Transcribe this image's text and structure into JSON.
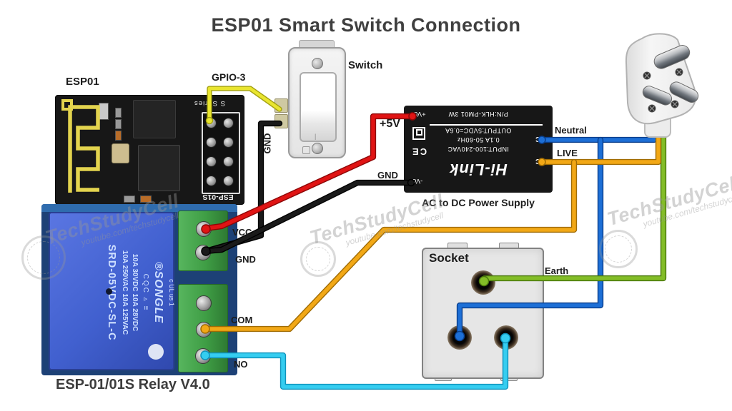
{
  "title": "ESP01 Smart Switch Connection",
  "watermark": {
    "name": "TechStudyCell",
    "url": "youtube.com/techstudycell"
  },
  "esp01": {
    "label": "ESP01",
    "series": "S Series",
    "model": "ESP-01S",
    "gpio": "GPIO-3"
  },
  "switch": {
    "label": "Switch",
    "gnd": "GND"
  },
  "psu": {
    "caption": "AC to DC Power Supply",
    "brand": "Hi-Link",
    "pn": "P/N:HLK-PM01 3W",
    "output": "OUTPUT:5VDC=0.6A",
    "freq": "0.1A 50-60Hz",
    "input": "INPUT:100-240VAC",
    "ce": "CE",
    "vpos": "+Vo",
    "vneg": "-Vo",
    "ac1": "AC",
    "ac2": "AC",
    "v5": "+5V",
    "gnd": "GND"
  },
  "relay": {
    "caption": "ESP-01/01S Relay V4.0",
    "vcc": "VCC",
    "gnd": "GND",
    "com": "COM",
    "no": "NO",
    "cube": {
      "ul": "c UL us  1",
      "brand": "®SONGLE",
      "marks": "CQC  ▵  ≡",
      "dc": "10A 30VDC 10A 28VDC",
      "ac": "10A 250VAC 10A 125VAC",
      "model": "SRD-05VDC-SL-C"
    }
  },
  "mains": {
    "neutral": "Neutral",
    "live": "LIVE",
    "earth": "Earth",
    "socket": "Socket"
  },
  "colors": {
    "wires": {
      "red": {
        "core": "#e01414",
        "edge": "#8d0606"
      },
      "black": {
        "core": "#1a1a1a",
        "edge": "#000000"
      },
      "yellow": {
        "core": "#e9e52f",
        "edge": "#a3a012"
      },
      "orange": {
        "core": "#f2a816",
        "edge": "#a06c04"
      },
      "blue": {
        "core": "#1d6fd6",
        "edge": "#0a3f8c"
      },
      "cyan": {
        "core": "#35cdf0",
        "edge": "#0f93bc"
      },
      "green": {
        "core": "#83bd27",
        "edge": "#49760b"
      }
    },
    "relay_blue": "#4160cf",
    "pcb_blue": "#1d4176",
    "terminal_green": "#3f9e45",
    "psu_black": "#171717",
    "socket_gray": "#e6e6e6"
  }
}
